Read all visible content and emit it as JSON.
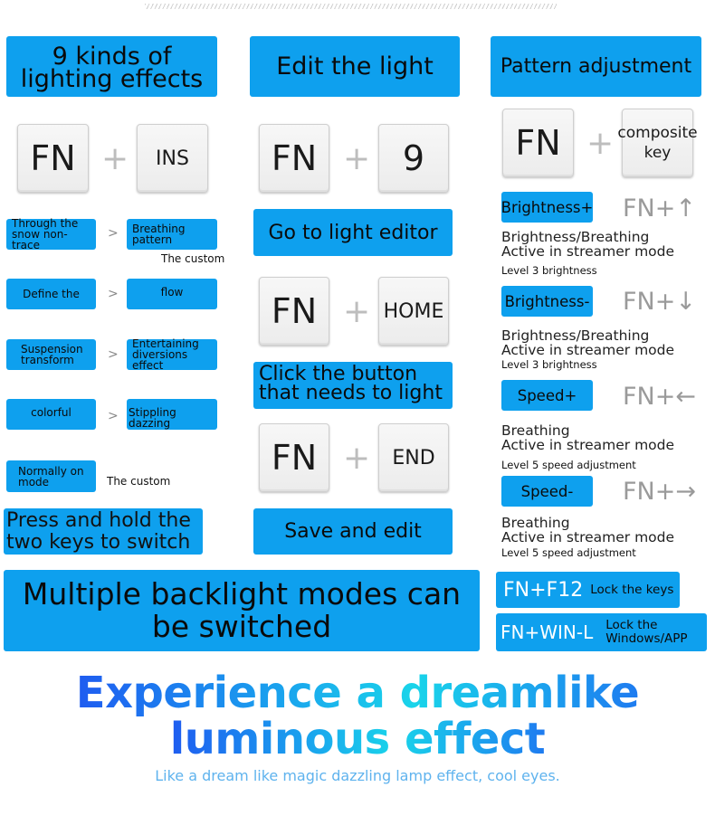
{
  "col1": {
    "title": "9 kinds of lighting effects",
    "key_fn": "FN",
    "key_ins": "INS",
    "plus": "+",
    "modes": [
      {
        "left": "Through the snow non-trace",
        "right": "Breathing pattern"
      },
      {
        "left": "Define the",
        "right": "flow"
      },
      {
        "left": "Suspension transform",
        "right": "Entertaining diversions effect"
      },
      {
        "left": "colorful",
        "right": "Stippling dazzing"
      }
    ],
    "gt": ">",
    "the_custom_1": "The custom",
    "normally_on": "Normally on mode",
    "the_custom_2": "The custom",
    "press_hold": "Press and hold the two keys to switch"
  },
  "col2": {
    "title": "Edit the light",
    "key_fn": "FN",
    "key_9": "9",
    "go_editor": "Go to light editor",
    "key_home": "HOME",
    "click_button": "Click the button that needs to light",
    "key_end": "END",
    "save_edit": "Save and edit"
  },
  "col3": {
    "title": "Pattern adjustment",
    "key_fn": "FN",
    "key_composite": "composite key",
    "items": [
      {
        "label": "Brightness+",
        "combo": "FN+↑",
        "desc1": "Brightness/Breathing",
        "desc2": "Active in streamer mode",
        "desc3": "Level 3 brightness"
      },
      {
        "label": "Brightness-",
        "combo": "FN+↓",
        "desc1": "Brightness/Breathing",
        "desc2": "Active in streamer mode",
        "desc3": "Level 3 brightness"
      },
      {
        "label": "Speed+",
        "combo": "FN+←",
        "desc1": "Breathing",
        "desc2": "Active in streamer mode",
        "desc3": "Level 5 speed adjustment"
      },
      {
        "label": "Speed-",
        "combo": "FN+→",
        "desc1": "Breathing",
        "desc2": "Active in streamer mode",
        "desc3": "Level 5 speed adjustment"
      }
    ],
    "lock1_combo": "FN+F12",
    "lock1_text": "Lock the keys",
    "lock2_combo": "FN+WIN-L",
    "lock2_text": "Lock the Windows/APP"
  },
  "banner": "Multiple backlight modes can be switched",
  "headline1": "Experience a dreamlike",
  "headline2": "luminous effect",
  "tagline": "Like a dream like magic dazzling lamp effect, cool eyes.",
  "colors": {
    "accent": "#0ea0ee",
    "grad_start": "#1f5cf0",
    "grad_mid": "#19d4ea"
  }
}
